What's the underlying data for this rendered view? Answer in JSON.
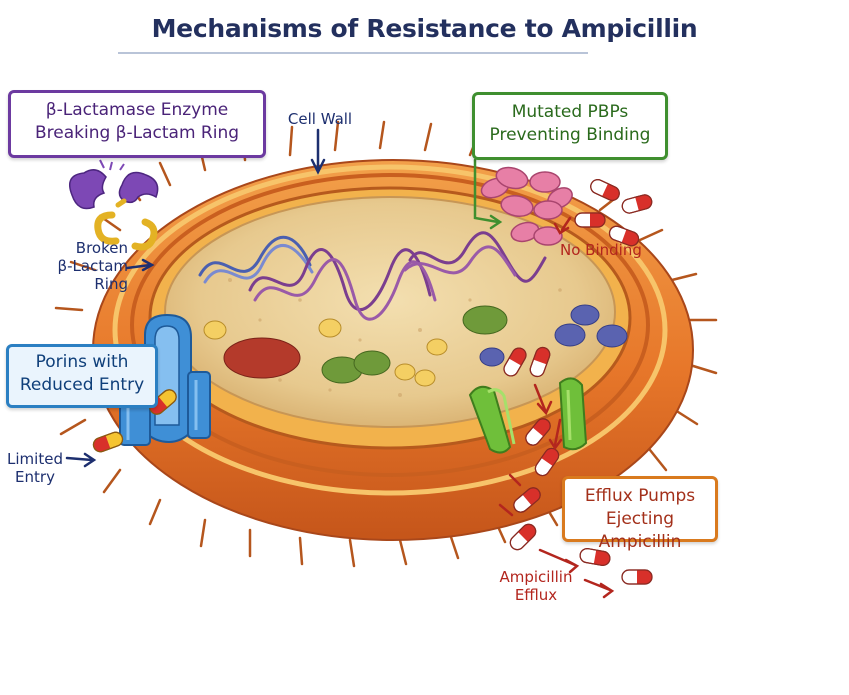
{
  "title": "Mechanisms of Resistance to Ampicillin",
  "labels": {
    "cell_wall": "Cell Wall",
    "broken_ring_line1": "Broken",
    "broken_ring_line2": "β-Lactam Ring",
    "no_binding": "No Binding",
    "limited_entry_line1": "Limited",
    "limited_entry_line2": "Entry",
    "ampicillin_efflux_line1": "Ampicillin",
    "ampicillin_efflux_line2": "Efflux"
  },
  "callouts": {
    "beta_lactamase": {
      "line1": "β-Lactamase Enzyme",
      "line2": "Breaking β-Lactam Ring"
    },
    "mutated_pbps": {
      "line1": "Mutated PBPs",
      "line2": "Preventing Binding"
    },
    "porins": {
      "line1": "Porins with",
      "line2": "Reduced Entry"
    },
    "efflux_pumps": {
      "line1": "Efflux Pumps",
      "line2": "Ejecting Ampicillin"
    }
  },
  "colors": {
    "title": "#23305e",
    "beta_lactamase": "#6c3aa0",
    "mutated_pbps": "#3f8f2f",
    "porins": "#2b7fc2",
    "efflux_pumps": "#d97a1e",
    "red_label": "#b3261e",
    "navy_label": "#1d2f6f",
    "capsule_red": "#d8302a",
    "cell_wall": "#e87a2a"
  }
}
